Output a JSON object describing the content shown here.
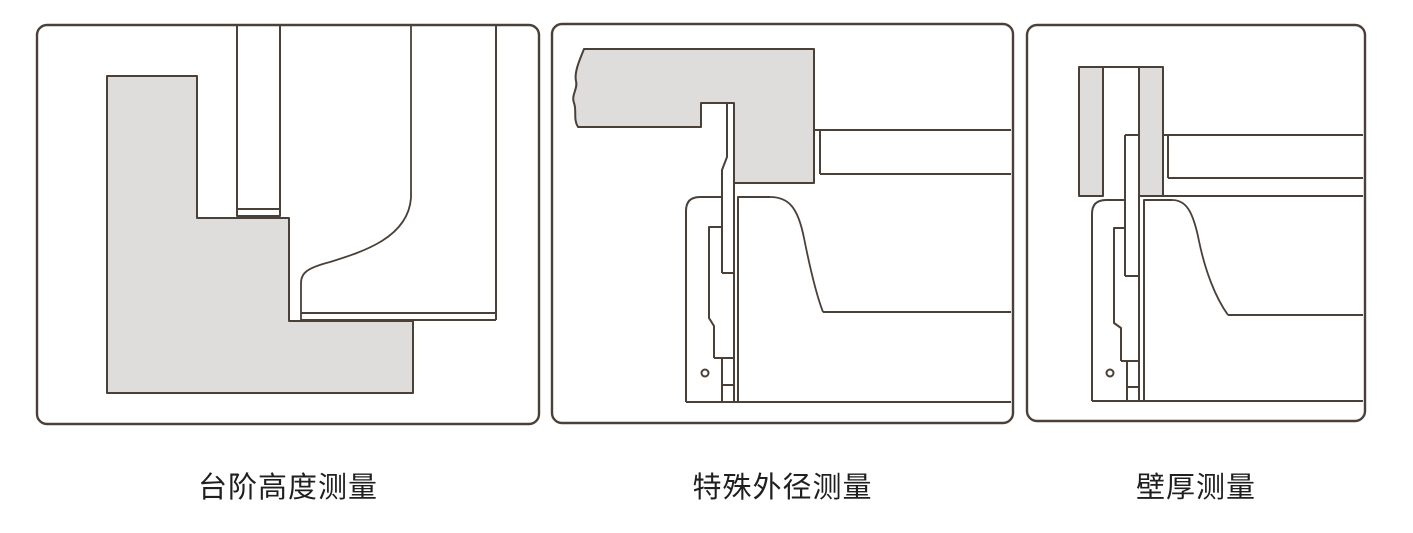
{
  "colors": {
    "background": "#ffffff",
    "outline": "#4a4038",
    "gray_fill": "#dedddc",
    "caption": "#1f1f1f"
  },
  "panels": [
    {
      "caption": "台阶高度测量"
    },
    {
      "caption": "特殊外径测量"
    },
    {
      "caption": "壁厚测量"
    }
  ]
}
